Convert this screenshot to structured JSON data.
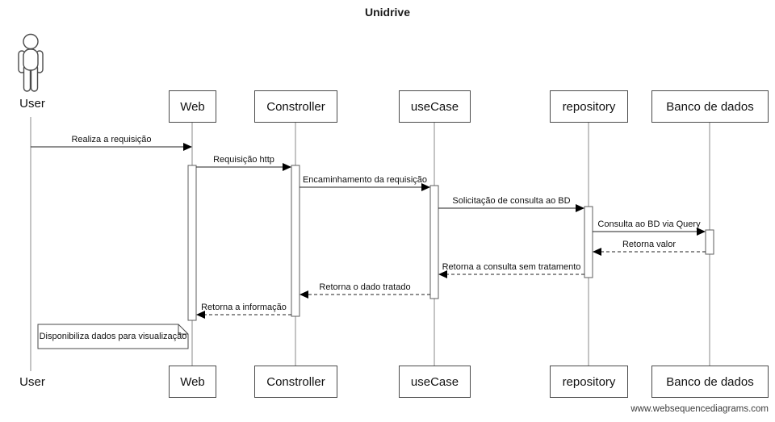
{
  "title": "Unidrive",
  "watermark": "www.websequencediagrams.com",
  "colors": {
    "background": "#ffffff",
    "box_border": "#4a4a4a",
    "lifeline": "#8a8a8a",
    "arrow": "#222222",
    "text": "#111111"
  },
  "participants": [
    {
      "label": "User",
      "type": "actor"
    },
    {
      "label": "Web",
      "type": "box"
    },
    {
      "label": "Constroller",
      "type": "box"
    },
    {
      "label": "useCase",
      "type": "box"
    },
    {
      "label": "repository",
      "type": "box"
    },
    {
      "label": "Banco de dados",
      "type": "box"
    }
  ],
  "messages": [
    {
      "from": "User",
      "to": "Web",
      "label": "Realiza a requisição",
      "style": "solid"
    },
    {
      "from": "Web",
      "to": "Constroller",
      "label": "Requisição http",
      "style": "solid"
    },
    {
      "from": "Constroller",
      "to": "useCase",
      "label": "Encaminhamento da requisição",
      "style": "solid"
    },
    {
      "from": "useCase",
      "to": "repository",
      "label": "Solicitação de consulta ao BD",
      "style": "solid"
    },
    {
      "from": "repository",
      "to": "Banco de dados",
      "label": "Consulta ao BD via Query",
      "style": "solid"
    },
    {
      "from": "Banco de dados",
      "to": "repository",
      "label": "Retorna valor",
      "style": "dashed"
    },
    {
      "from": "repository",
      "to": "useCase",
      "label": "Retorna a consulta sem tratamento",
      "style": "dashed"
    },
    {
      "from": "useCase",
      "to": "Constroller",
      "label": "Retorna o dado tratado",
      "style": "dashed"
    },
    {
      "from": "Constroller",
      "to": "Web",
      "label": "Retorna a informação",
      "style": "dashed"
    }
  ],
  "note": {
    "label": "Disponibiliza dados para visualização"
  }
}
